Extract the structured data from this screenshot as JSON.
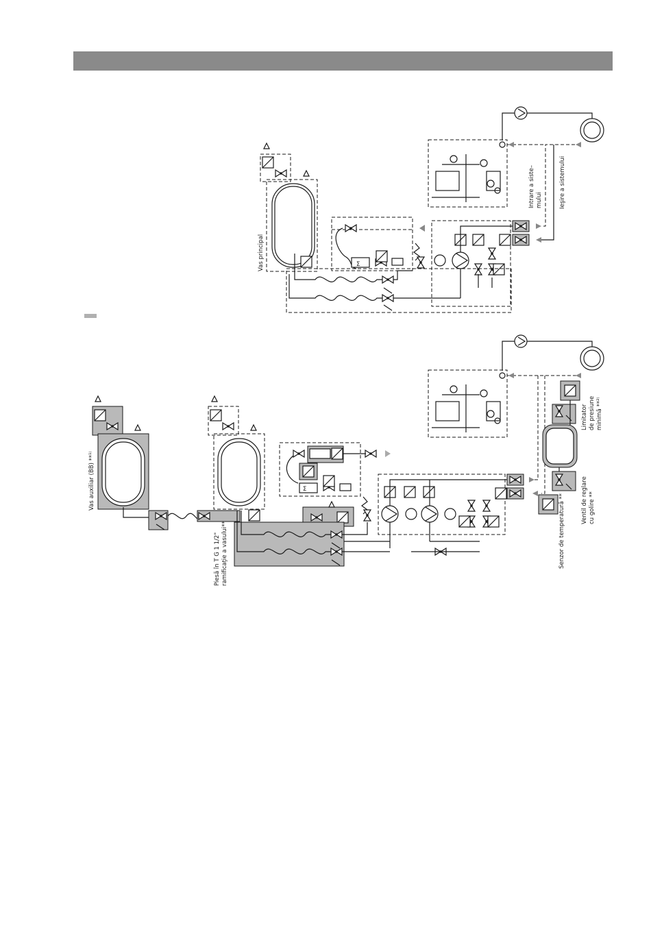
{
  "colors": {
    "header_bar": "#8a8a8a",
    "marker": "#b0b0b0",
    "shaded_area": "#b9b9b9",
    "arrow": "#888888"
  },
  "diagram_top": {
    "label_main_vessel": "Vas principal",
    "label_system_inlet_line1": "Intrare a siste–",
    "label_system_inlet_line2": "mului",
    "label_system_outlet": "Ieşire a sistemului"
  },
  "diagram_bottom": {
    "label_aux_vessel": "Vas auxiliar (BB) **¹⁾",
    "label_tpiece_line1": "Piesă în T G 1 1/2\"",
    "label_tpiece_line2": "ramificaţie a vasului**",
    "label_min_pressure_line1": "Limitator",
    "label_min_pressure_line2": "de presiune",
    "label_min_pressure_line3": "minimă **²⁾",
    "label_regulating_valve_line1": "Ventil de reglare",
    "label_regulating_valve_line2": "cu golire **",
    "label_temp_sensor": "Senzor de temperatură **"
  }
}
